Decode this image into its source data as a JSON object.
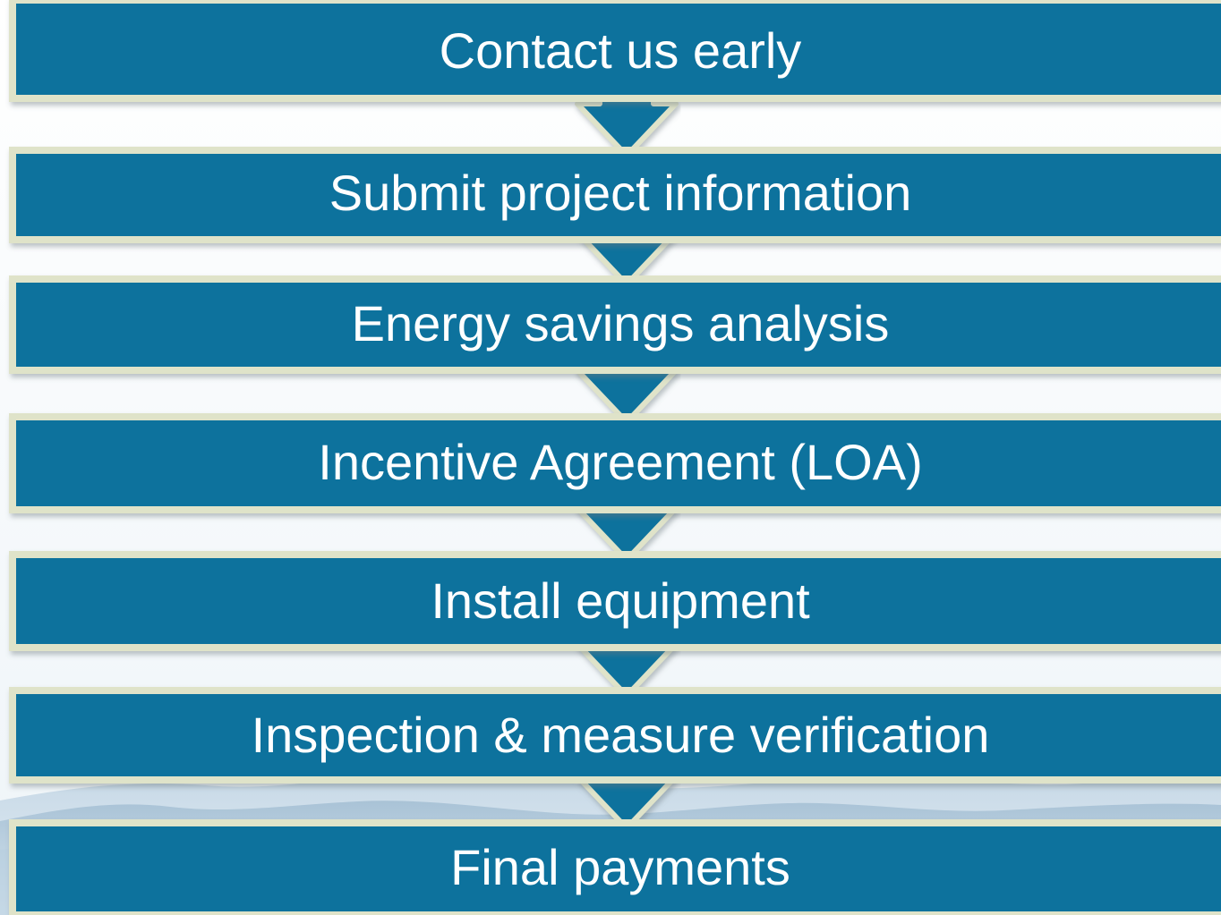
{
  "flow": {
    "steps": [
      "Contact us early",
      "Submit project information",
      "Energy savings analysis",
      "Incentive Agreement (LOA)",
      "Install equipment",
      "Inspection & measure verification",
      "Final payments"
    ]
  },
  "colors": {
    "box_fill": "#0b729d",
    "box_border": "#dfe3c9",
    "connector_fill": "#0b729d",
    "connector_border": "#dfe3c9",
    "background": "#ffffff"
  }
}
